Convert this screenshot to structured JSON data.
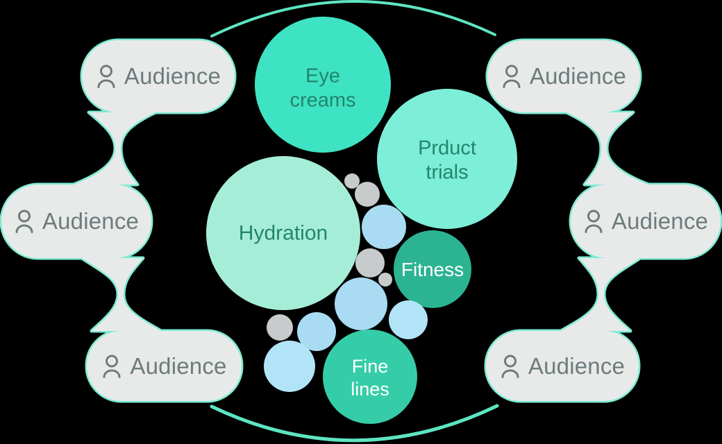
{
  "canvas": {
    "background": "#000000"
  },
  "colors": {
    "arc": "#5ee5c3",
    "pill_fill": "#e8eaea",
    "pill_border": "#7debd4",
    "pill_text": "#6e7b7b",
    "bubble_text_dark": "#23856c",
    "bubble_text_light": "#ffffff",
    "small_gray": "#c7cbcb",
    "small_blue": "#a9dcf3",
    "small_blue_light": "#b2e4f8"
  },
  "audience": {
    "pills": [
      {
        "position": "top-left",
        "label": "Audience"
      },
      {
        "position": "middle-left",
        "label": "Audience"
      },
      {
        "position": "bottom-left",
        "label": "Audience"
      },
      {
        "position": "top-right",
        "label": "Audience"
      },
      {
        "position": "middle-right",
        "label": "Audience"
      },
      {
        "position": "bottom-right",
        "label": "Audience"
      }
    ]
  },
  "bubbles": {
    "labeled": [
      {
        "id": "eye-creams",
        "label": "Eye\ncreams",
        "fill": "#3ee3c3",
        "text_tone": "dark"
      },
      {
        "id": "prduct-trials",
        "label": "Prduct\ntrials",
        "fill": "#7deed7",
        "text_tone": "dark"
      },
      {
        "id": "hydration",
        "label": "Hydration",
        "fill": "#a6edd8",
        "text_tone": "dark"
      },
      {
        "id": "fitness",
        "label": "Fitness",
        "fill": "#2cb392",
        "text_tone": "light"
      },
      {
        "id": "fine-lines",
        "label": "Fine\nlines",
        "fill": "#35cda7",
        "text_tone": "light"
      }
    ],
    "small": [
      {
        "fill": "#c7cbcb"
      },
      {
        "fill": "#c7cbcb"
      },
      {
        "fill": "#a9dcf3"
      },
      {
        "fill": "#c7cbcb"
      },
      {
        "fill": "#c7cbcb"
      },
      {
        "fill": "#a9dcf3"
      },
      {
        "fill": "#b2e4f8"
      },
      {
        "fill": "#c7cbcb"
      },
      {
        "fill": "#a9dcf3"
      },
      {
        "fill": "#b2e4f8"
      }
    ]
  }
}
